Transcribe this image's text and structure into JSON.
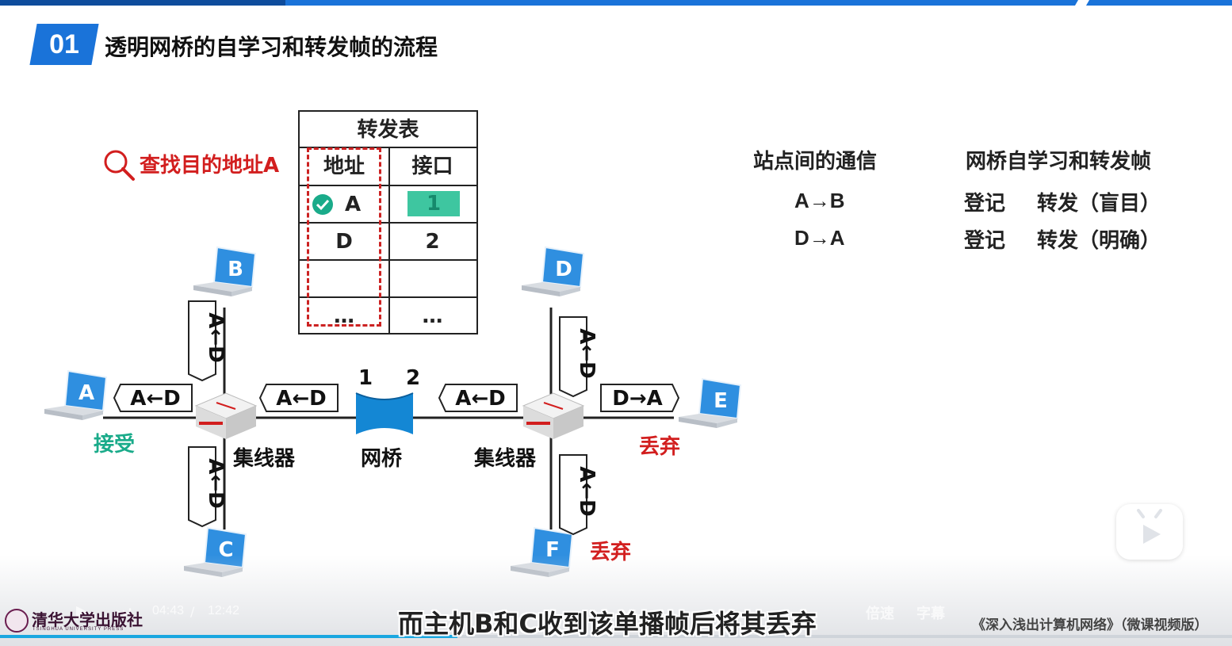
{
  "header": {
    "section_number": "01",
    "section_title": "透明网桥的自学习和转发帧的流程"
  },
  "lookup": {
    "label": "查找目的地址A",
    "icon": "magnifier-icon"
  },
  "forwarding_table": {
    "title": "转发表",
    "columns": [
      "地址",
      "接口"
    ],
    "rows": [
      {
        "address": "A",
        "port": "1",
        "matched": true
      },
      {
        "address": "D",
        "port": "2",
        "matched": false
      },
      {
        "address": "",
        "port": "",
        "matched": false
      },
      {
        "address": "…",
        "port": "…",
        "matched": false
      }
    ]
  },
  "summary": {
    "comm_header": "站点间的通信",
    "bridge_header": "网桥自学习和转发帧",
    "rows": [
      {
        "comm": "A→B",
        "learn": "登记",
        "forward": "转发（盲目）"
      },
      {
        "comm": "D→A",
        "learn": "登记",
        "forward": "转发（明确）"
      }
    ]
  },
  "network": {
    "hosts": [
      "A",
      "B",
      "C",
      "D",
      "E",
      "F"
    ],
    "hub_label": "集线器",
    "bridge_label": "网桥",
    "bridge_ports": [
      "1",
      "2"
    ],
    "frame_left": "A←D",
    "frame_right": "D→A",
    "accept_label": "接受",
    "discard_label": "丢弃",
    "colors": {
      "host": "#2f8fe0",
      "accept": "#1aab8a",
      "discard": "#d21e1e",
      "bridge": "#1487d4"
    }
  },
  "player": {
    "time_current": "04:43",
    "time_separator": "/",
    "time_total": "12:42",
    "speed_label": "倍速",
    "subtitle_label": "字幕",
    "progress": 0.371,
    "caption": "而主机B和C收到该单播帧后将其丢弃",
    "publisher": "清华大学出版社",
    "publisher_en": "TSINGHUA UNIVERSITY PRESS",
    "book_title": "《深入浅出计算机网络》（微课视频版）"
  }
}
